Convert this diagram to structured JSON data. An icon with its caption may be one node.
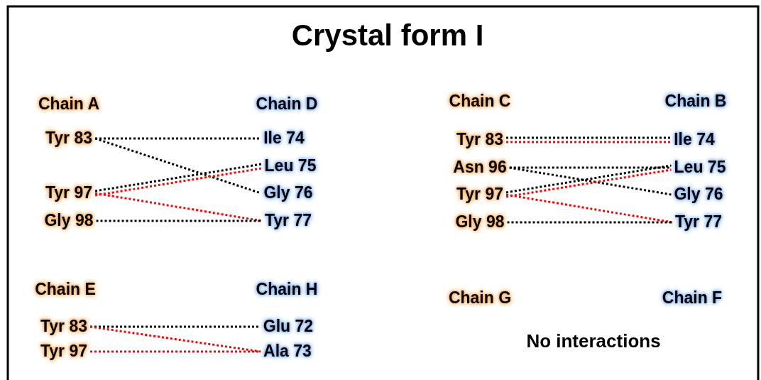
{
  "diagram": {
    "title": "Crystal form I",
    "nodes": [
      {
        "text": [
          "Tyr 83"
        ]
      },
      {
        "text": [
          "Tyr 97"
        ]
      },
      {
        "text": [
          "Gly 98"
        ]
      },
      {
        "text": [
          "Ile 74"
        ]
      },
      {
        "text": [
          "Leu 75"
        ]
      },
      {
        "text": [
          "Gly 76"
        ]
      },
      {
        "text": [
          "Tyr 77"
        ]
      },
      {
        "text": [
          "Tyr 83"
        ]
      },
      {
        "text": [
          "Asn 96"
        ]
      },
      {
        "text": [
          "Tyr 97"
        ]
      },
      {
        "text": [
          "Gly 98"
        ]
      },
      {
        "text": [
          "Ile 74"
        ]
      },
      {
        "text": [
          "Leu 75"
        ]
      },
      {
        "text": [
          "Gly 76"
        ]
      },
      {
        "text": [
          "Tyr 77"
        ]
      },
      {
        "text": [
          "Tyr 83"
        ]
      },
      {
        "text": [
          "Tyr 97"
        ]
      },
      {
        "text": [
          "Glu 72"
        ]
      },
      {
        "text": [
          "Ala 73"
        ]
      }
    ],
    "edges": [
      {
        "from": 0,
        "to": 3,
        "arrow": "none"
      },
      {
        "from": 0,
        "to": 5,
        "arrow": "none"
      },
      {
        "from": 1,
        "to": 4,
        "arrow": "none"
      },
      {
        "from": 1,
        "to": 4,
        "arrow": "none",
        "color": "#ff0000"
      },
      {
        "from": 1,
        "to": 6,
        "arrow": "none",
        "color": "#ff0000"
      },
      {
        "from": 2,
        "to": 6,
        "arrow": "none"
      },
      {
        "from": 7,
        "to": 11,
        "arrow": "none"
      },
      {
        "from": 7,
        "to": 11,
        "arrow": "none",
        "color": "#ff0000"
      },
      {
        "from": 8,
        "to": 12,
        "arrow": "none"
      },
      {
        "from": 8,
        "to": 13,
        "arrow": "none"
      },
      {
        "from": 9,
        "to": 12,
        "arrow": "none"
      },
      {
        "from": 9,
        "to": 12,
        "arrow": "none",
        "color": "#ff0000"
      },
      {
        "from": 9,
        "to": 14,
        "arrow": "none",
        "color": "#ff0000"
      },
      {
        "from": 10,
        "to": 14,
        "arrow": "none"
      },
      {
        "from": 15,
        "to": 17,
        "arrow": "none"
      },
      {
        "from": 15,
        "to": 18,
        "arrow": "none",
        "color": "#ff0000"
      },
      {
        "from": 16,
        "to": 18,
        "arrow": "none",
        "color": "#ff0000"
      }
    ],
    "labels": [
      "Chain A",
      "Chain D",
      "Chain C",
      "Chain B",
      "Chain E",
      "Chain H",
      "Chain G",
      "Chain F",
      "No interactions"
    ]
  }
}
